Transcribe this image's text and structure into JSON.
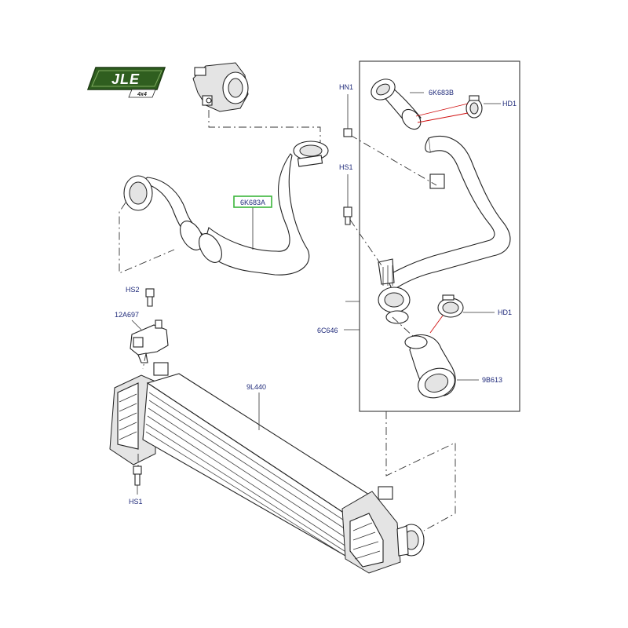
{
  "logo": {
    "text": "JLE",
    "sub": "4x4"
  },
  "labels": {
    "hn1": "HN1",
    "hs1_top": "HS1",
    "k683b": "6K683B",
    "hd1_top": "HD1",
    "k683a": "6K683A",
    "hs2": "HS2",
    "a697": "12A697",
    "c646": "6C646",
    "hd1_bottom": "HD1",
    "b613": "9B613",
    "l440": "9L440",
    "hs1_bottom": "HS1"
  },
  "colors": {
    "label": "#1f2a7a",
    "highlight_box": "#3bb53b",
    "red_leader": "#d01010",
    "logo_green": "#2f5e1f"
  }
}
